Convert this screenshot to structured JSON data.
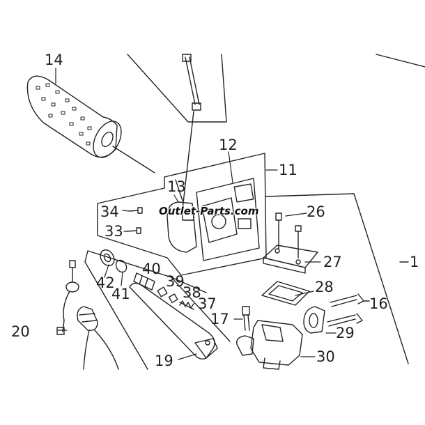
{
  "watermark": "Outlet-Parts.com",
  "callouts": {
    "c14": "14",
    "c12": "12",
    "c11": "11",
    "c13": "13",
    "c34": "34",
    "c33": "33",
    "c26": "26",
    "c27": "27",
    "c28": "28",
    "c16": "16",
    "c1": "1",
    "c40": "40",
    "c39": "39",
    "c38": "38",
    "c37": "37",
    "c42": "42",
    "c41": "41",
    "c17": "17",
    "c29": "29",
    "c20": "20",
    "c19": "19",
    "c30": "30"
  },
  "colors": {
    "line": "#222222",
    "background": "#ffffff"
  }
}
